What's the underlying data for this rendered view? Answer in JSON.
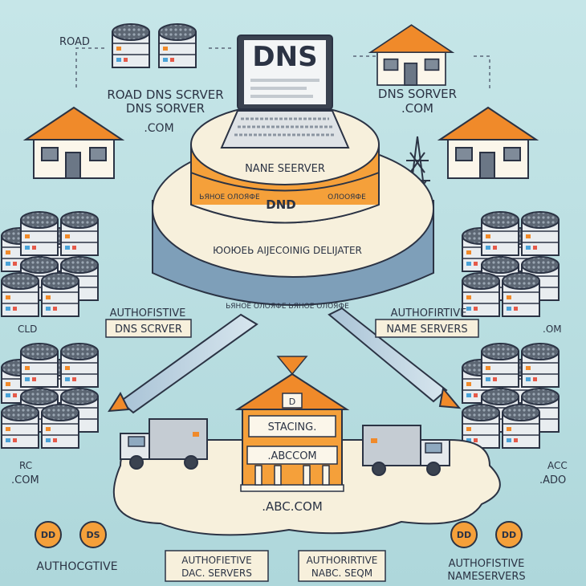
{
  "top_left": {
    "corner": "ROAD",
    "line1": "ROAD DNS SCRVER",
    "line2": "DNS SORVER",
    "domain": ".COM"
  },
  "top_right": {
    "line1": "DNS SORVER",
    "line2": ".COM"
  },
  "laptop": {
    "screen": "DNS"
  },
  "stack": {
    "tier1": "NANE SEERVER",
    "tier2_center": "DND",
    "tier2_left": "ЬЯНОЕ ОЛОЯФЕ",
    "tier2_right": "ОЛООЯФЕ",
    "tier3": "ЮОЮЕЬ   AIJECOINIG DELIJATER",
    "tier3_lower": "ЬЯНОЕ ОЛОЯФЕ  ЬЯНОЕ ОЛОЯФЕ"
  },
  "left_mid": {
    "line1": "AUTHOFISTIVE",
    "line2": "DNS SCRVER",
    "side": "CLD"
  },
  "right_mid": {
    "line1": "AUTHOFIRTIVE",
    "line2": "NAME SERVERS",
    "side": ".OM"
  },
  "left_low": {
    "tld1": "RC",
    "tld2": ".COM"
  },
  "right_low": {
    "tld1": "ACC",
    "tld2": ".ADO"
  },
  "building": {
    "sign_top": "D",
    "sign": "STACING.",
    "banner": ".ABCCOM"
  },
  "cloud": {
    "label": ".ABC.COM"
  },
  "badges": [
    "DD",
    "DS",
    "DD",
    "DD"
  ],
  "bottom": {
    "left": "AUTHOCGTIVE",
    "mid1_line1": "AUTHOFIETIVE",
    "mid1_line2": "DAC. SERVERS",
    "mid2_line1": "AUTHORIRTIVE",
    "mid2_line2": "NABC. SEQM",
    "right_line1": "AUTHOFISTIVE",
    "right_line2": "NAMESERVERS"
  },
  "colors": {
    "background": "#b8dde0",
    "orange": "#f5a03a",
    "roof": "#f08a2a",
    "cream": "#f7f0dc",
    "steel": "#8fa3b6",
    "dark": "#2b3344"
  }
}
